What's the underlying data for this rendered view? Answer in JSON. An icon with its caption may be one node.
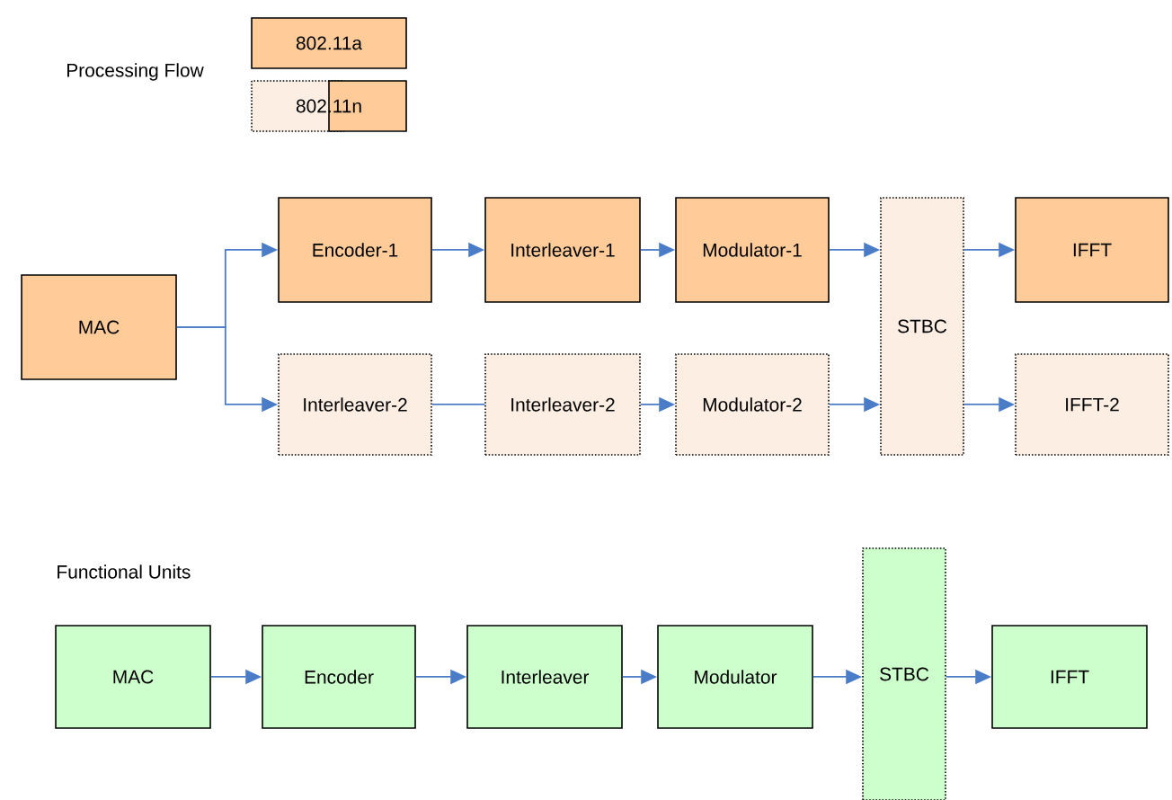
{
  "diagram": {
    "nodes": [
      {
        "text": [
          "MAC"
        ]
      },
      {
        "text": [
          "Encoder-1"
        ]
      },
      {
        "text": [
          "Interleaver-1"
        ]
      },
      {
        "text": [
          "Modulator-1"
        ]
      },
      {
        "text": [
          "STBC"
        ]
      },
      {
        "text": [
          "IFFT"
        ]
      },
      {
        "text": [
          "Interleaver-2"
        ]
      },
      {
        "text": [
          "Interleaver-2"
        ]
      },
      {
        "text": [
          "Modulator-2"
        ]
      },
      {
        "text": [
          "IFFT-2"
        ]
      },
      {
        "text": [
          "MAC"
        ]
      },
      {
        "text": [
          "Encoder"
        ]
      },
      {
        "text": [
          "Interleaver"
        ]
      },
      {
        "text": [
          "Modulator"
        ]
      },
      {
        "text": [
          "STBC"
        ]
      },
      {
        "text": [
          "IFFT"
        ]
      }
    ],
    "edges": [
      {
        "from": 0,
        "to": 1,
        "arrow": "to"
      },
      {
        "from": 0,
        "to": 6,
        "arrow": "to"
      },
      {
        "from": 1,
        "to": 2,
        "arrow": "to"
      },
      {
        "from": 2,
        "to": 3,
        "arrow": "to"
      },
      {
        "from": 3,
        "to": 4,
        "arrow": "to"
      },
      {
        "from": 4,
        "to": 5,
        "arrow": "to"
      },
      {
        "from": 6,
        "to": 7,
        "arrow": "none"
      },
      {
        "from": 7,
        "to": 8,
        "arrow": "to"
      },
      {
        "from": 8,
        "to": 4,
        "arrow": "to"
      },
      {
        "from": 4,
        "to": 9,
        "arrow": "to"
      },
      {
        "from": 10,
        "to": 11,
        "arrow": "to"
      },
      {
        "from": 11,
        "to": 12,
        "arrow": "to"
      },
      {
        "from": 12,
        "to": 13,
        "arrow": "to"
      },
      {
        "from": 13,
        "to": 14,
        "arrow": "to"
      },
      {
        "from": 14,
        "to": 15,
        "arrow": "to"
      }
    ],
    "labels": [
      "Processing Flow",
      "Functional Units"
    ],
    "legend": [
      {
        "text": "802.11a",
        "color": "#ffcc99"
      },
      {
        "text": "802.11n"
      }
    ]
  }
}
